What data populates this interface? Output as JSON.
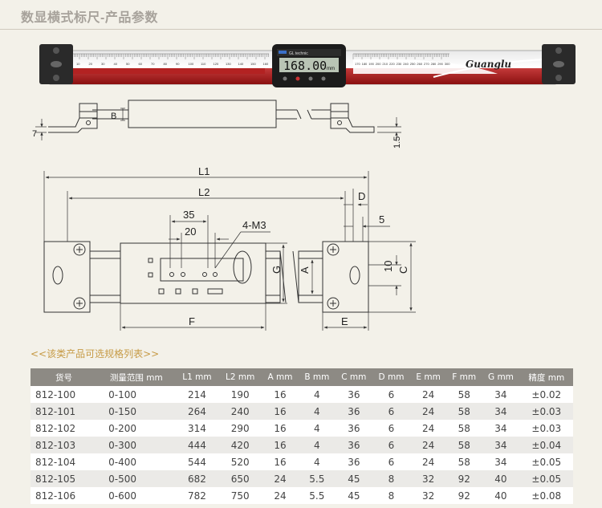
{
  "page_title": "数显横式标尺-产品参数",
  "product_image": {
    "brand": "Guanglu",
    "lcd_reading": "168.00",
    "lcd_unit": "mm",
    "logo": "Guanglu",
    "scale_numbers": [
      "10",
      "20",
      "30",
      "40",
      "50",
      "60",
      "70",
      "80",
      "90",
      "100",
      "110",
      "120",
      "130",
      "140",
      "150",
      "160",
      "170",
      "180",
      "190",
      "200",
      "210",
      "220",
      "230",
      "240",
      "250",
      "260",
      "270",
      "280",
      "290",
      "300"
    ]
  },
  "drawing": {
    "side_labels": {
      "b": "B",
      "seven": "7",
      "one_five": "1.5"
    },
    "front_labels": {
      "l1": "L1",
      "l2": "L2",
      "d": "D",
      "five": "5",
      "thirty_five": "35",
      "twenty": "20",
      "m3": "4-M3",
      "g": "G",
      "a": "A",
      "ten": "10",
      "c": "C",
      "f": "F",
      "e": "E"
    }
  },
  "section_title": "<<该类产品可选规格列表>>",
  "table": {
    "headers": [
      "货号",
      "测量范围 mm",
      "L1 mm",
      "L2 mm",
      "A mm",
      "B mm",
      "C mm",
      "D mm",
      "E mm",
      "F mm",
      "G mm",
      "精度 mm"
    ],
    "rows": [
      [
        "812-100",
        "0-100",
        "214",
        "190",
        "16",
        "4",
        "36",
        "6",
        "24",
        "58",
        "34",
        "±0.02"
      ],
      [
        "812-101",
        "0-150",
        "264",
        "240",
        "16",
        "4",
        "36",
        "6",
        "24",
        "58",
        "34",
        "±0.03"
      ],
      [
        "812-102",
        "0-200",
        "314",
        "290",
        "16",
        "4",
        "36",
        "6",
        "24",
        "58",
        "34",
        "±0.03"
      ],
      [
        "812-103",
        "0-300",
        "444",
        "420",
        "16",
        "4",
        "36",
        "6",
        "24",
        "58",
        "34",
        "±0.04"
      ],
      [
        "812-104",
        "0-400",
        "544",
        "520",
        "16",
        "4",
        "36",
        "6",
        "24",
        "58",
        "34",
        "±0.05"
      ],
      [
        "812-105",
        "0-500",
        "682",
        "650",
        "24",
        "5.5",
        "45",
        "8",
        "32",
        "92",
        "40",
        "±0.05"
      ],
      [
        "812-106",
        "0-600",
        "782",
        "750",
        "24",
        "5.5",
        "45",
        "8",
        "32",
        "92",
        "40",
        "±0.08"
      ]
    ]
  }
}
